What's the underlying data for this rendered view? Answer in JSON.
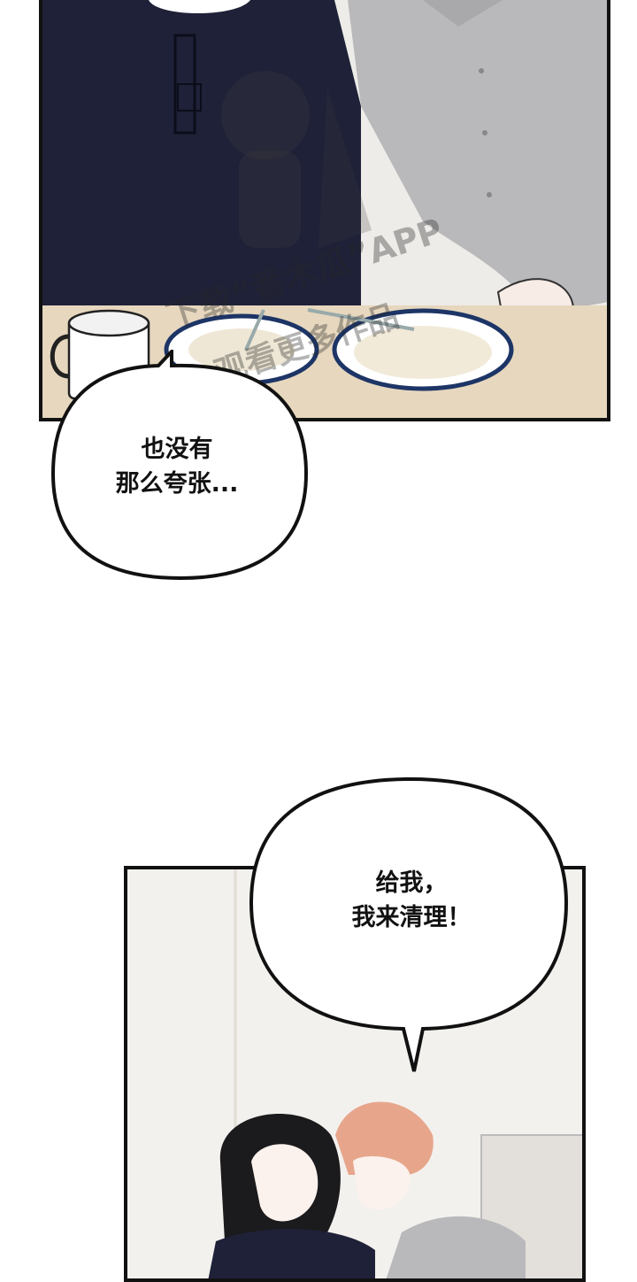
{
  "panels": [
    {
      "id": "top",
      "description_hidden": true
    },
    {
      "id": "bottom",
      "description_hidden": true
    }
  ],
  "bubbles": {
    "first": {
      "line1": "也没有",
      "line2": "那么夸张..."
    },
    "second": {
      "line1": "给我，",
      "line2": "我来清理！"
    }
  },
  "watermark": {
    "app_name": "“番木瓜”APP",
    "line1": "下载“番木瓜”APP",
    "line2": "观看更多作品"
  },
  "colors": {
    "navy_shirt": "#1f2138",
    "gray_shirt": "#b9b8bb",
    "plate_rim": "#1d3566",
    "table": "#e6d7be",
    "hair_orange": "#e7a68c",
    "hair_black": "#1b1a1c"
  }
}
